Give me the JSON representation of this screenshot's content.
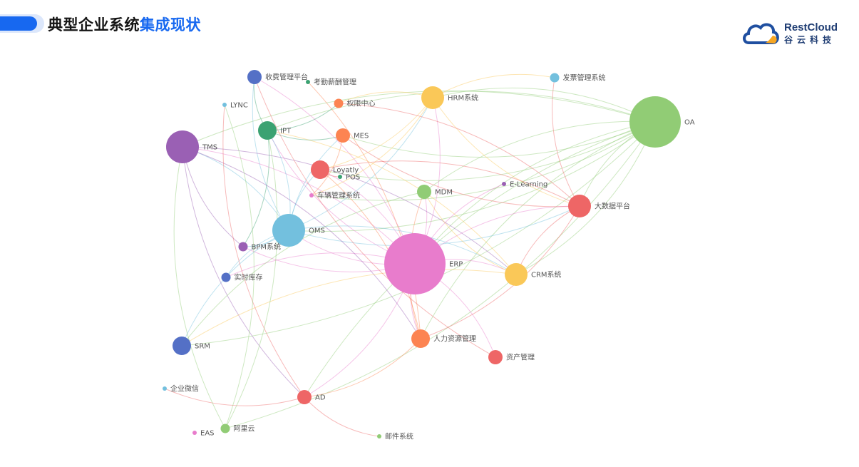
{
  "header": {
    "title_part1": "典型企业系统",
    "title_part2": "集成现状",
    "accent_color": "#1768f0"
  },
  "logo": {
    "name": "RestCloud",
    "subtitle": "谷云科技"
  },
  "diagram": {
    "nodes": [
      {
        "id": "OA",
        "label": "OA",
        "color": "#91cc75",
        "size": "xl"
      },
      {
        "id": "ERP",
        "label": "ERP",
        "color": "#e87ccc",
        "size": "xxl"
      },
      {
        "id": "OMS",
        "label": "OMS",
        "color": "#73c0de",
        "size": "l"
      },
      {
        "id": "TMS",
        "label": "TMS",
        "color": "#9a60b4",
        "size": "m"
      },
      {
        "id": "HRM",
        "label": "HRM系统",
        "color": "#fac858",
        "size": "s"
      },
      {
        "id": "BIGDATA",
        "label": "大数据平台",
        "color": "#ee6666",
        "size": "s"
      },
      {
        "id": "CRM",
        "label": "CRM系统",
        "color": "#fac858",
        "size": "s"
      },
      {
        "id": "HR",
        "label": "人力资源管理",
        "color": "#fc8452",
        "size": "xs"
      },
      {
        "id": "ASSET",
        "label": "资产管理",
        "color": "#ee6666",
        "size": "xxs"
      },
      {
        "id": "SRM",
        "label": "SRM",
        "color": "#5470c6",
        "size": "xs"
      },
      {
        "id": "AD",
        "label": "AD",
        "color": "#ee6666",
        "size": "xxs"
      },
      {
        "id": "LOYALTY",
        "label": "Loyatly",
        "color": "#ee6666",
        "size": "xs"
      },
      {
        "id": "IPT",
        "label": "IPT",
        "color": "#3ba272",
        "size": "xs"
      },
      {
        "id": "MES",
        "label": "MES",
        "color": "#fc8452",
        "size": "xxs"
      },
      {
        "id": "FEE",
        "label": "收费管理平台",
        "color": "#5470c6",
        "size": "xxs"
      },
      {
        "id": "MDM",
        "label": "MDM",
        "color": "#91cc75",
        "size": "xxs"
      },
      {
        "id": "INVOICE",
        "label": "发票管理系统",
        "color": "#73c0de",
        "size": "tiny"
      },
      {
        "id": "AUTH",
        "label": "权限中心",
        "color": "#fc8452",
        "size": "tiny"
      },
      {
        "id": "BPM",
        "label": "BPM系统",
        "color": "#9a60b4",
        "size": "tiny"
      },
      {
        "id": "STOCK",
        "label": "实时库存",
        "color": "#5470c6",
        "size": "tiny"
      },
      {
        "id": "ALIYUN",
        "label": "阿里云",
        "color": "#91cc75",
        "size": "tiny"
      },
      {
        "id": "LYNC",
        "label": "LYNC",
        "color": "#73c0de",
        "size": "dot"
      },
      {
        "id": "ATTEND",
        "label": "考勤薪酬管理",
        "color": "#3ba272",
        "size": "dot"
      },
      {
        "id": "POS",
        "label": "POS",
        "color": "#3ba272",
        "size": "dot"
      },
      {
        "id": "CAR",
        "label": "车辆管理系统",
        "color": "#e87ccc",
        "size": "dot"
      },
      {
        "id": "ELEARN",
        "label": "E-Learning",
        "color": "#9a60b4",
        "size": "dot"
      },
      {
        "id": "WECHAT",
        "label": "企业微信",
        "color": "#73c0de",
        "size": "dot"
      },
      {
        "id": "EAS",
        "label": "EAS",
        "color": "#e87ccc",
        "size": "dot"
      },
      {
        "id": "MAIL",
        "label": "邮件系统",
        "color": "#91cc75",
        "size": "dot"
      }
    ],
    "links": [
      [
        "OA",
        "ERP"
      ],
      [
        "OA",
        "OMS"
      ],
      [
        "OA",
        "TMS"
      ],
      [
        "OA",
        "SRM"
      ],
      [
        "OA",
        "HR"
      ],
      [
        "OA",
        "CRM"
      ],
      [
        "OA",
        "AD"
      ],
      [
        "OA",
        "ALIYUN"
      ],
      [
        "OA",
        "HRM"
      ],
      [
        "OA",
        "LOYALTY"
      ],
      [
        "OA",
        "BIGDATA"
      ],
      [
        "OA",
        "MES"
      ],
      [
        "OA",
        "IPT"
      ],
      [
        "OA",
        "CAR"
      ],
      [
        "OA",
        "MDM"
      ],
      [
        "ERP",
        "OMS"
      ],
      [
        "ERP",
        "TMS"
      ],
      [
        "ERP",
        "CRM"
      ],
      [
        "ERP",
        "HR"
      ],
      [
        "ERP",
        "ASSET"
      ],
      [
        "ERP",
        "MDM"
      ],
      [
        "ERP",
        "BIGDATA"
      ],
      [
        "ERP",
        "LOYALTY"
      ],
      [
        "ERP",
        "BPM"
      ],
      [
        "ERP",
        "HRM"
      ],
      [
        "ERP",
        "IPT"
      ],
      [
        "ERP",
        "FEE"
      ],
      [
        "ERP",
        "AD"
      ],
      [
        "ERP",
        "STOCK"
      ],
      [
        "ERP",
        "ELEARN"
      ],
      [
        "OMS",
        "TMS"
      ],
      [
        "OMS",
        "CRM"
      ],
      [
        "OMS",
        "HRM"
      ],
      [
        "OMS",
        "FEE"
      ],
      [
        "OMS",
        "IPT"
      ],
      [
        "OMS",
        "MES"
      ],
      [
        "OMS",
        "SRM"
      ],
      [
        "OMS",
        "LOYALTY"
      ],
      [
        "OMS",
        "BIGDATA"
      ],
      [
        "OMS",
        "BPM"
      ],
      [
        "OMS",
        "STOCK"
      ],
      [
        "TMS",
        "HR"
      ],
      [
        "TMS",
        "BPM"
      ],
      [
        "TMS",
        "CRM"
      ],
      [
        "TMS",
        "AD"
      ],
      [
        "HRM",
        "INVOICE"
      ],
      [
        "HRM",
        "BIGDATA"
      ],
      [
        "HRM",
        "LOYALTY"
      ],
      [
        "HRM",
        "AUTH"
      ],
      [
        "HRM",
        "CAR"
      ],
      [
        "BIGDATA",
        "CRM"
      ],
      [
        "BIGDATA",
        "MES"
      ],
      [
        "BIGDATA",
        "AUTH"
      ],
      [
        "BIGDATA",
        "HR"
      ],
      [
        "BIGDATA",
        "LOYALTY"
      ],
      [
        "BIGDATA",
        "INVOICE"
      ],
      [
        "CRM",
        "IPT"
      ],
      [
        "CRM",
        "MDM"
      ],
      [
        "CRM",
        "SRM"
      ],
      [
        "HR",
        "AD"
      ],
      [
        "HR",
        "ATTEND"
      ],
      [
        "HR",
        "MDM"
      ],
      [
        "HR",
        "LOYALTY"
      ],
      [
        "ASSET",
        "FEE"
      ],
      [
        "IPT",
        "MES"
      ],
      [
        "IPT",
        "FEE"
      ],
      [
        "IPT",
        "AUTH"
      ],
      [
        "IPT",
        "BPM"
      ],
      [
        "MDM",
        "SRM"
      ],
      [
        "AD",
        "WECHAT"
      ],
      [
        "AD",
        "MAIL"
      ],
      [
        "AD",
        "LYNC"
      ],
      [
        "ALIYUN",
        "LYNC"
      ],
      [
        "ALIYUN",
        "TMS"
      ],
      [
        "ALIYUN",
        "IPT"
      ],
      [
        "MES",
        "CAR"
      ],
      [
        "LOYALTY",
        "POS"
      ]
    ]
  }
}
